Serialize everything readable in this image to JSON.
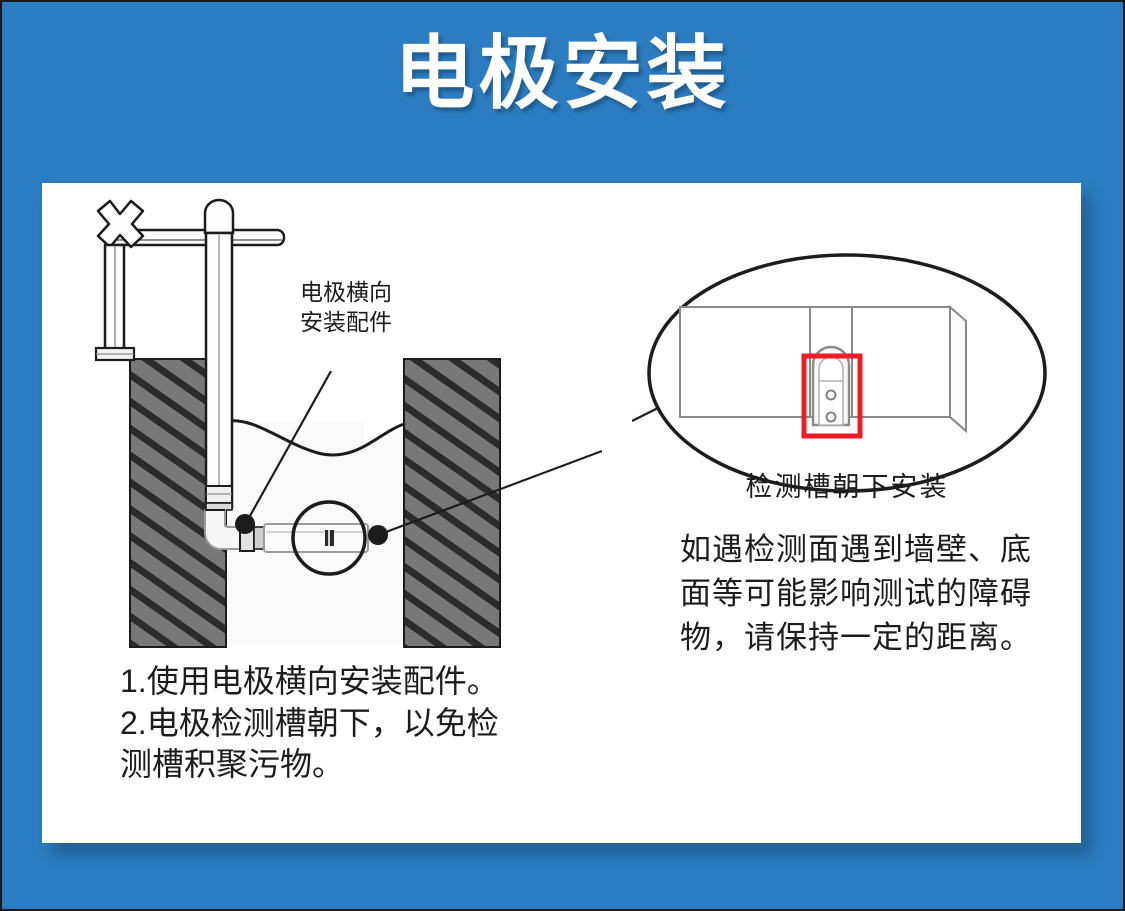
{
  "theme": {
    "background_blue": "#2b7cc0",
    "card_white": "#ffffff",
    "text_dark": "#1c1c1c",
    "wall_gray": "#787878",
    "hatch_dark": "#2b2b2b",
    "highlight_red": "#ee1c25",
    "title_white": "#ffffff"
  },
  "header": {
    "title": "电极安装"
  },
  "diagram_left": {
    "label_fitting_line1": "电极横向",
    "label_fitting_line2": "安装配件",
    "parts": {
      "cross_knob": "cross-knob",
      "round_cap": "round-cap",
      "cross_bar": "cross-bar",
      "mounting_pole": "mounting-pole",
      "probe_pole": "probe-pole",
      "elbow_fitting": "elbow-fitting",
      "horizontal_electrode": "horizontal-electrode",
      "tank_wall_left": "tank-wall-left",
      "tank_wall_right": "tank-wall-right",
      "water_surface": "water-surface",
      "magnifier_circle": "magnifier-circle"
    }
  },
  "diagram_right": {
    "ellipse_caption": "检测槽朝下安装",
    "parts": {
      "detail_ellipse": "detail-ellipse",
      "electrode_body": "electrode-body",
      "detection_slot": "detection-slot",
      "highlight_box": "highlight-box",
      "leader_line": "leader-line"
    }
  },
  "notes": {
    "left_item_1": "1.使用电极横向安装配件。",
    "left_item_2": "2.电极检测槽朝下，以免检",
    "left_item_2_cont": "测槽积聚污物。",
    "right_paragraph": "如遇检测面遇到墙壁、底面等可能影响测试的障碍物，请保持一定的距离。"
  }
}
